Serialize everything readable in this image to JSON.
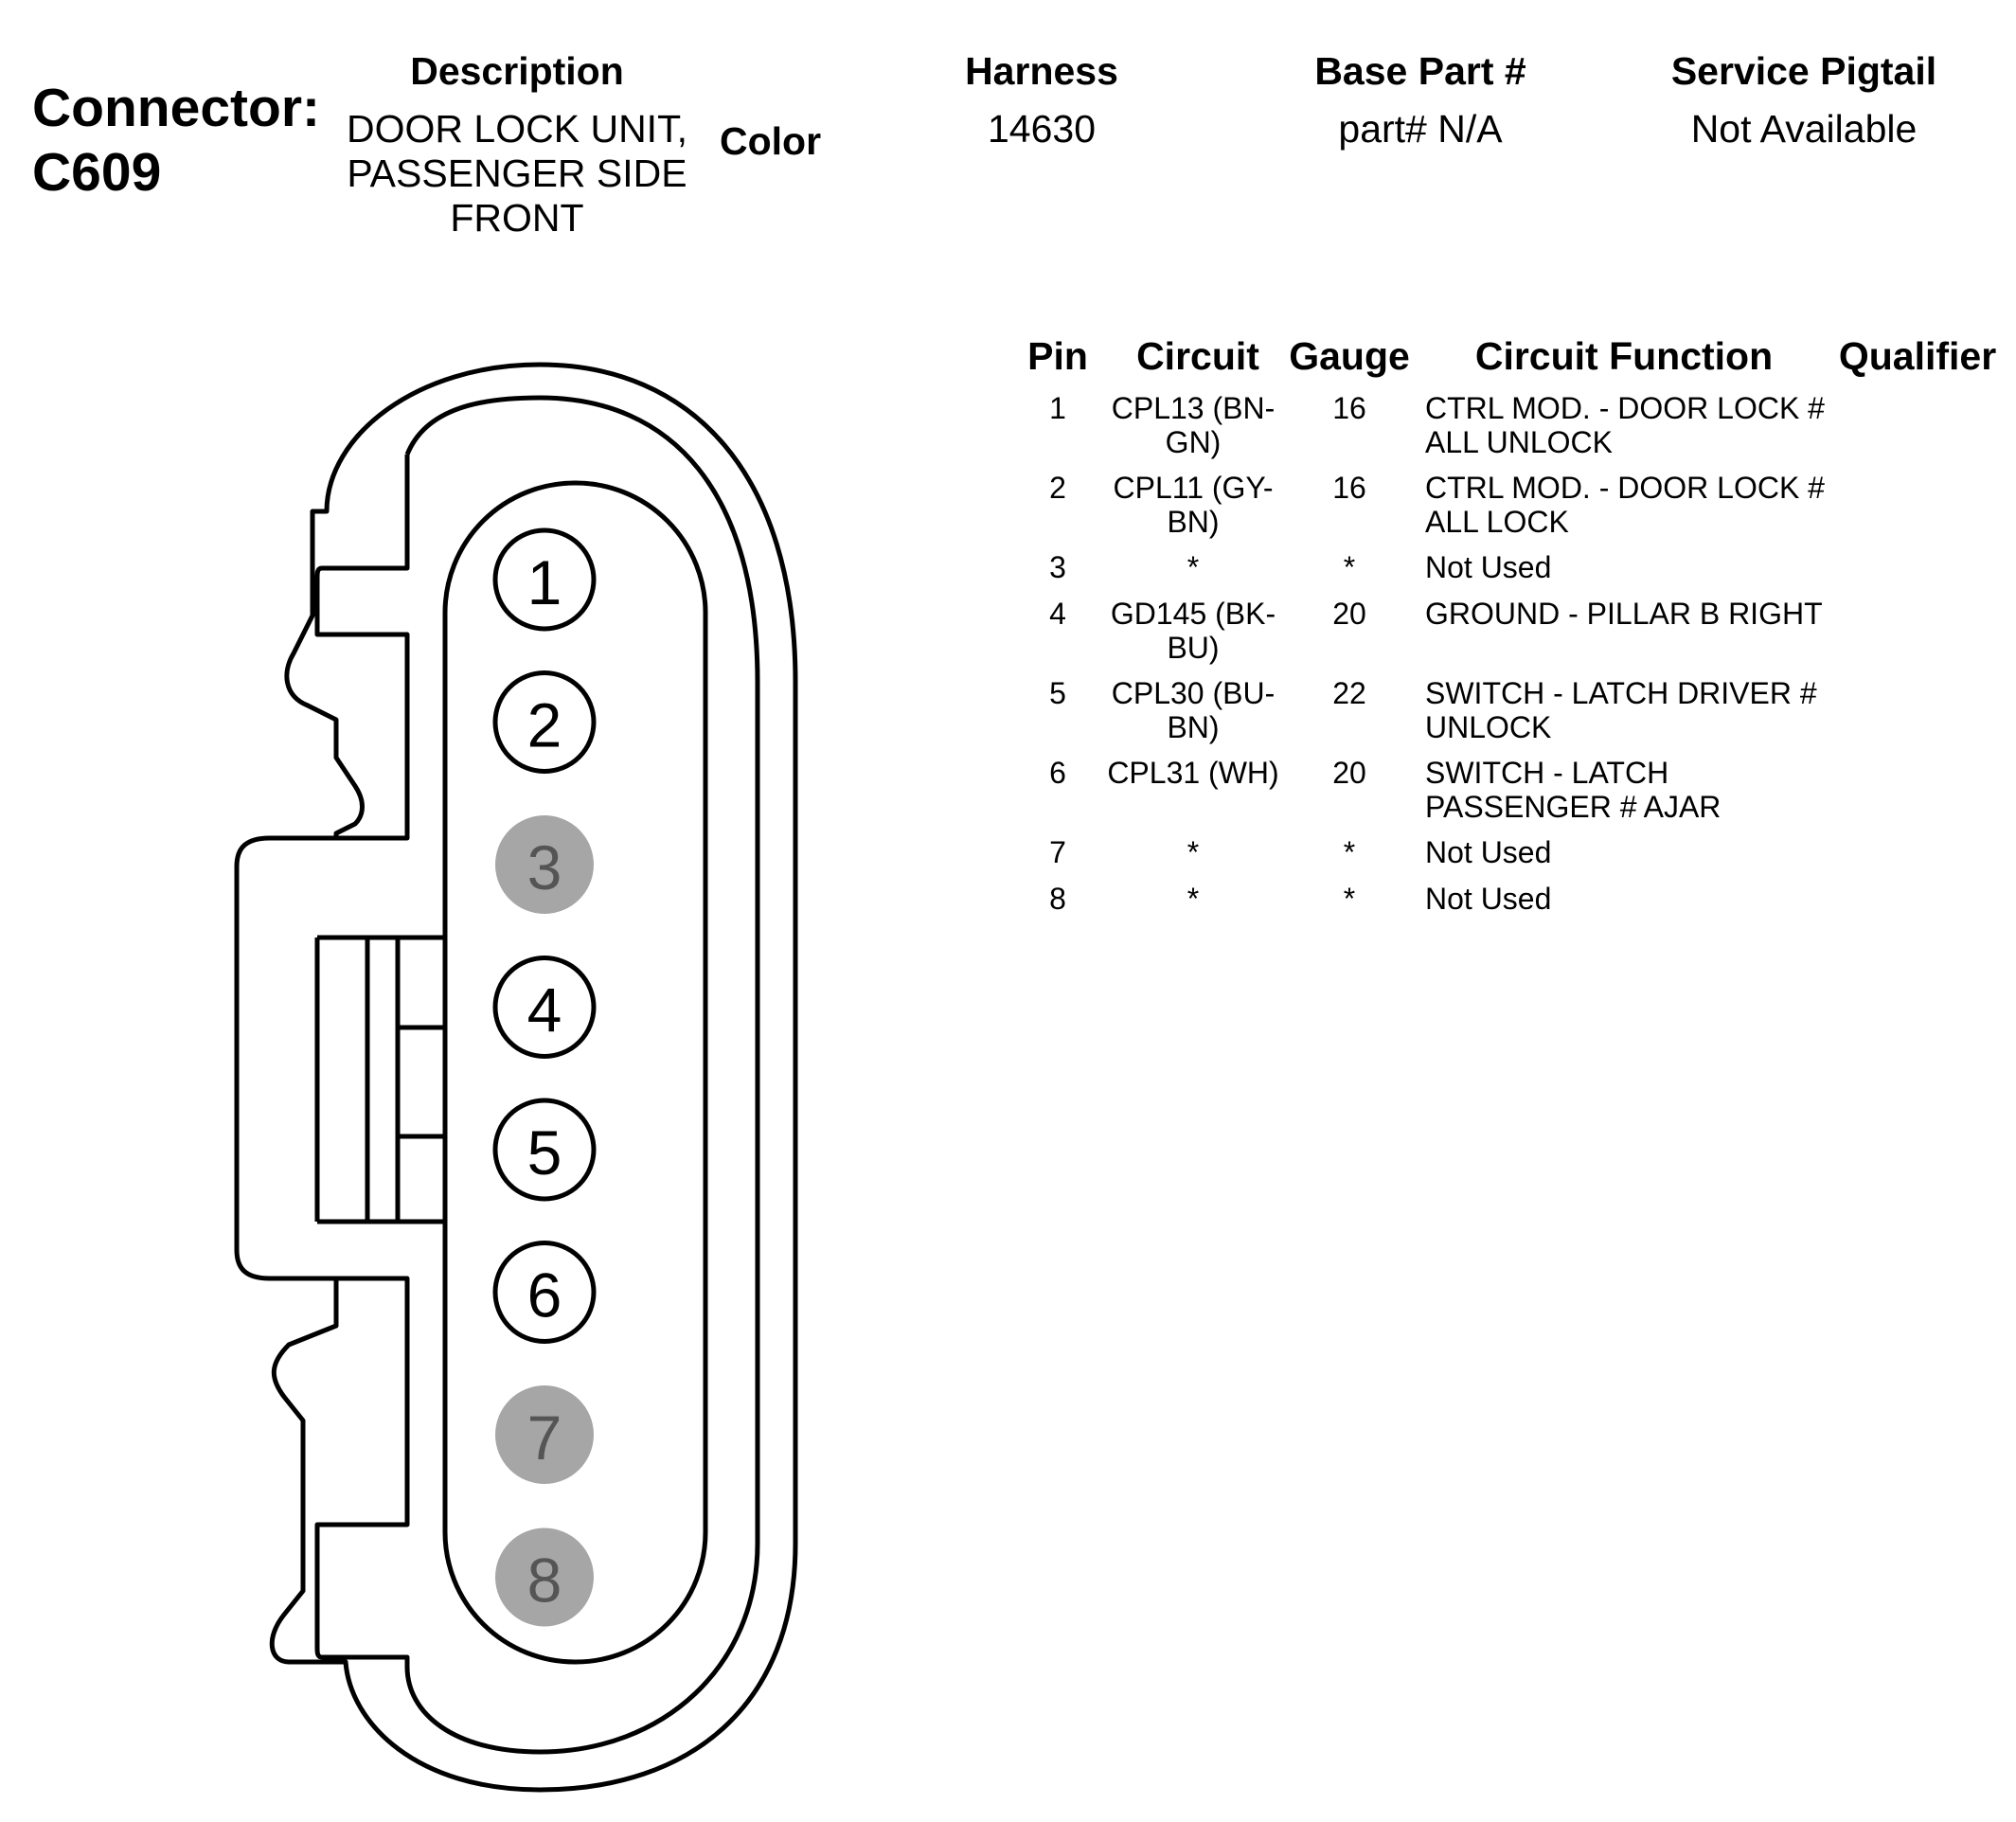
{
  "connector": {
    "label": "Connector:",
    "id": "C609"
  },
  "header": {
    "description_label": "Description",
    "description_lines": [
      "DOOR LOCK UNIT,",
      "PASSENGER SIDE",
      "FRONT"
    ],
    "color_label": "Color",
    "harness_label": "Harness",
    "harness_value": "14630",
    "base_part_label": "Base Part #",
    "base_part_value": "part# N/A",
    "service_pigtail_label": "Service Pigtail",
    "service_pigtail_value": "Not Available"
  },
  "table": {
    "headers": {
      "pin": "Pin",
      "circuit": "Circuit",
      "gauge": "Gauge",
      "function": "Circuit Function",
      "qualifier": "Qualifier"
    },
    "rows": [
      {
        "pin": "1",
        "circuit": [
          "CPL13 (BN-",
          "GN)"
        ],
        "gauge": "16",
        "function": [
          "CTRL MOD. - DOOR LOCK #",
          "ALL UNLOCK"
        ]
      },
      {
        "pin": "2",
        "circuit": [
          "CPL11 (GY-",
          "BN)"
        ],
        "gauge": "16",
        "function": [
          "CTRL MOD. - DOOR LOCK #",
          "ALL LOCK"
        ]
      },
      {
        "pin": "3",
        "circuit": [
          "*"
        ],
        "gauge": "*",
        "function": [
          "Not Used"
        ]
      },
      {
        "pin": "4",
        "circuit": [
          "GD145 (BK-",
          "BU)"
        ],
        "gauge": "20",
        "function": [
          "GROUND - PILLAR B RIGHT"
        ]
      },
      {
        "pin": "5",
        "circuit": [
          "CPL30 (BU-",
          "BN)"
        ],
        "gauge": "22",
        "function": [
          "SWITCH - LATCH DRIVER #",
          "UNLOCK"
        ]
      },
      {
        "pin": "6",
        "circuit": [
          "CPL31 (WH)"
        ],
        "gauge": "20",
        "function": [
          "SWITCH - LATCH",
          "PASSENGER # AJAR"
        ]
      },
      {
        "pin": "7",
        "circuit": [
          "*"
        ],
        "gauge": "*",
        "function": [
          "Not Used"
        ]
      },
      {
        "pin": "8",
        "circuit": [
          "*"
        ],
        "gauge": "*",
        "function": [
          "Not Used"
        ]
      }
    ]
  },
  "diagram": {
    "pins": [
      {
        "label": "1",
        "used": true
      },
      {
        "label": "2",
        "used": true
      },
      {
        "label": "3",
        "used": false
      },
      {
        "label": "4",
        "used": true
      },
      {
        "label": "5",
        "used": true
      },
      {
        "label": "6",
        "used": true
      },
      {
        "label": "7",
        "used": false
      },
      {
        "label": "8",
        "used": false
      }
    ],
    "unused_pin_color": "#a6a6a6",
    "unused_pin_text_color": "#555555"
  }
}
